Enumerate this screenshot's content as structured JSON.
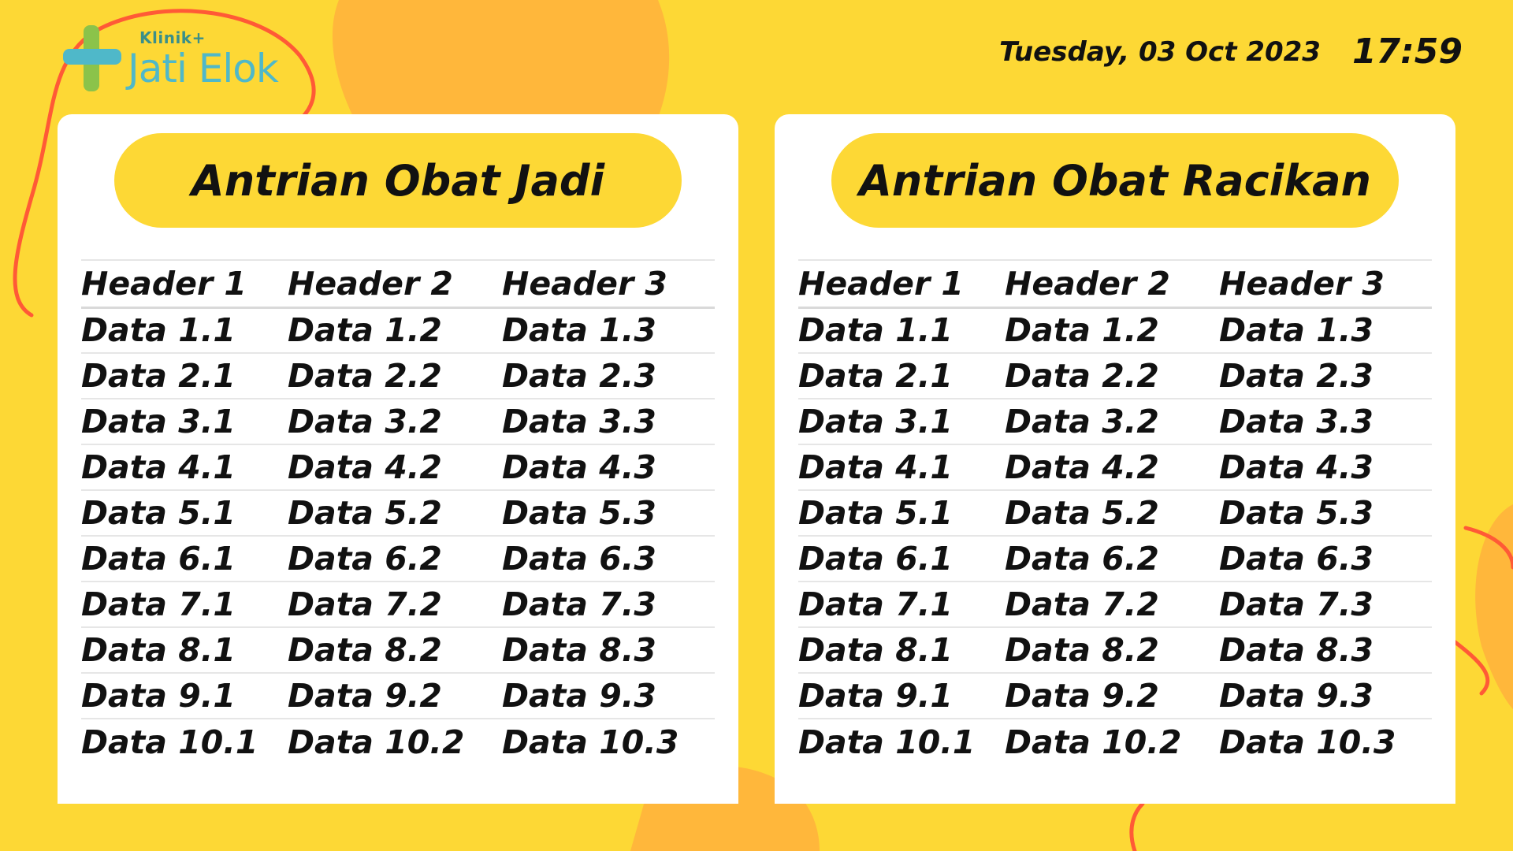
{
  "brand": {
    "small_label": "Klinik+",
    "name": "Jati Elok"
  },
  "header": {
    "date": "Tuesday, 03 Oct 2023",
    "time": "17:59"
  },
  "colors": {
    "background": "#FDD835",
    "blob_orange": "#FFB73B",
    "line_red": "#FF5A36",
    "panel": "#FFFFFF",
    "logo_teal": "#4FB8C9",
    "logo_green": "#8BC34A"
  },
  "panels": [
    {
      "title": "Antrian Obat Jadi",
      "headers": [
        "Header 1",
        "Header 2",
        "Header 3"
      ],
      "rows": [
        [
          "Data 1.1",
          "Data 1.2",
          "Data 1.3"
        ],
        [
          "Data 2.1",
          "Data 2.2",
          "Data 2.3"
        ],
        [
          "Data 3.1",
          "Data 3.2",
          "Data 3.3"
        ],
        [
          "Data 4.1",
          "Data 4.2",
          "Data 4.3"
        ],
        [
          "Data 5.1",
          "Data 5.2",
          "Data 5.3"
        ],
        [
          "Data 6.1",
          "Data 6.2",
          "Data 6.3"
        ],
        [
          "Data 7.1",
          "Data 7.2",
          "Data 7.3"
        ],
        [
          "Data 8.1",
          "Data 8.2",
          "Data 8.3"
        ],
        [
          "Data 9.1",
          "Data 9.2",
          "Data 9.3"
        ],
        [
          "Data 10.1",
          "Data 10.2",
          "Data 10.3"
        ]
      ]
    },
    {
      "title": "Antrian Obat Racikan",
      "headers": [
        "Header 1",
        "Header 2",
        "Header 3"
      ],
      "rows": [
        [
          "Data 1.1",
          "Data 1.2",
          "Data 1.3"
        ],
        [
          "Data 2.1",
          "Data 2.2",
          "Data 2.3"
        ],
        [
          "Data 3.1",
          "Data 3.2",
          "Data 3.3"
        ],
        [
          "Data 4.1",
          "Data 4.2",
          "Data 4.3"
        ],
        [
          "Data 5.1",
          "Data 5.2",
          "Data 5.3"
        ],
        [
          "Data 6.1",
          "Data 6.2",
          "Data 6.3"
        ],
        [
          "Data 7.1",
          "Data 7.2",
          "Data 7.3"
        ],
        [
          "Data 8.1",
          "Data 8.2",
          "Data 8.3"
        ],
        [
          "Data 9.1",
          "Data 9.2",
          "Data 9.3"
        ],
        [
          "Data 10.1",
          "Data 10.2",
          "Data 10.3"
        ]
      ]
    }
  ]
}
